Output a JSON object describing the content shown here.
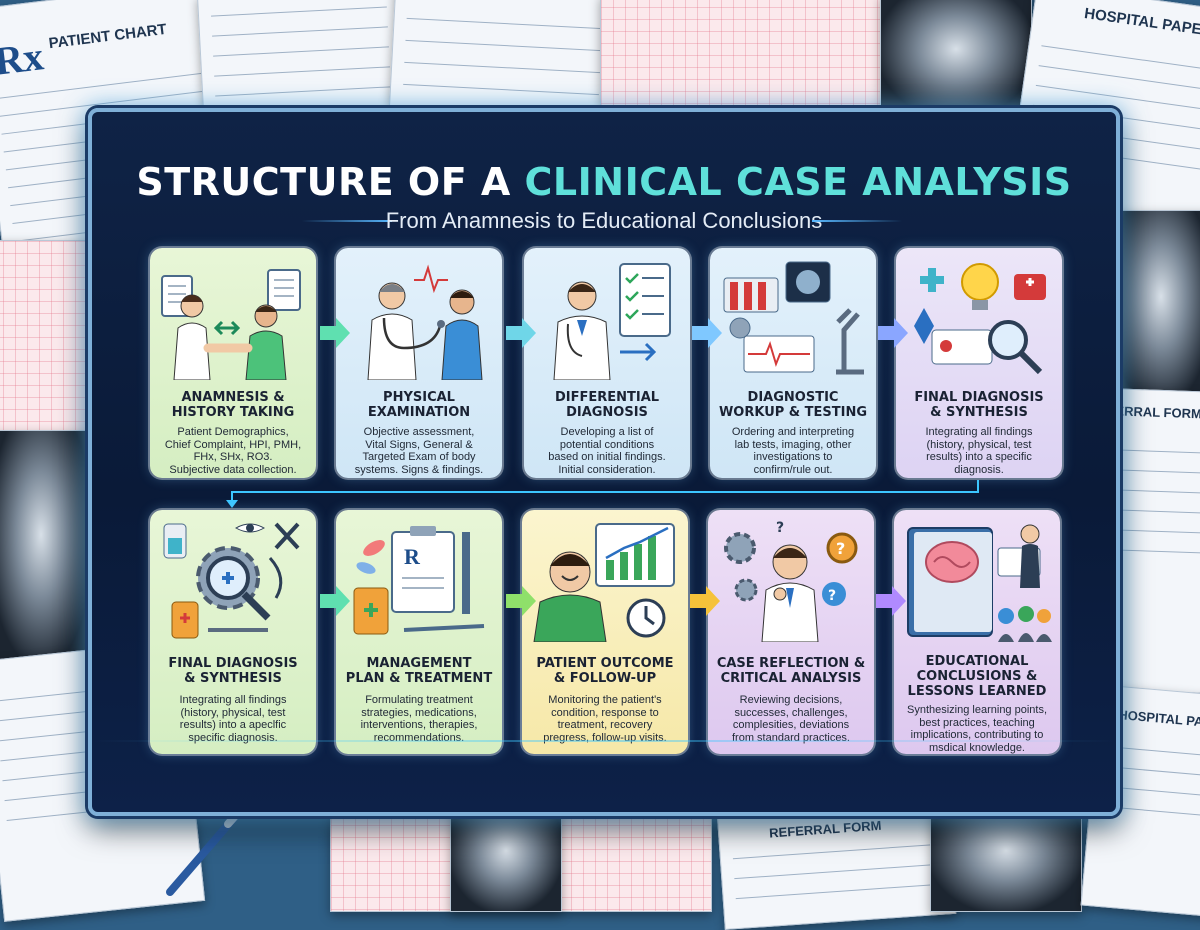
{
  "title": {
    "part1": "STRUCTURE OF A ",
    "part2": "CLINICAL CASE ANALYSIS"
  },
  "subtitle": "From Anamnesis to Educational Conclusions",
  "background": {
    "patient_chart": "PATIENT CHART",
    "hospital_paper_top": "HOSPITAL PAPER",
    "referral_form_right": "FERRAL FORM",
    "referral_form_bottom": "REFERRAL FORM",
    "hospital_paper_bottom": "HOSPITAL PA",
    "rx": "Rx"
  },
  "row1": [
    {
      "title1": "ANAMNESIS &",
      "title2": "HISTORY TAKING",
      "desc": [
        "Patient Demographics,",
        "Chief Complaint, HPI, PMH,",
        "FHx, SHx, RO3.",
        "Subjective data collection."
      ]
    },
    {
      "title1": "PHYSICAL",
      "title2": "EXAMINATION",
      "desc": [
        "Objective assessment,",
        "Vital Signs, General &",
        "Targeted Exam of body",
        "systems. Signs & findings."
      ]
    },
    {
      "title1": "DIFFERENTIAL",
      "title2": "DIAGNOSIS",
      "desc": [
        "Developing a list of",
        "potential conditions",
        "based on initial findings.",
        "Initial consideration."
      ]
    },
    {
      "title1": "DIAGNOSTIC",
      "title2": "WORKUP & TESTING",
      "desc": [
        "Ordering and interpreting",
        "lab tests, imaging, other",
        "investigations to",
        "confirm/rule out."
      ]
    },
    {
      "title1": "FINAL DIAGNOSIS",
      "title2": "& SYNTHESIS",
      "desc": [
        "Integrating all findings",
        "(history, physical, test",
        "results) into a specific",
        "diagnosis."
      ]
    }
  ],
  "row2": [
    {
      "title1": "FINAL DIAGNOSIS",
      "title2": "& SYNTHESIS",
      "desc": [
        "Integrating all findings",
        "(history, physical, test",
        "results) into a apeclfic",
        "specific diagnosis."
      ]
    },
    {
      "title1": "MANAGEMENT",
      "title2": "PLAN & TREATMENT",
      "desc": [
        "Formulating treatment",
        "strategies, medications,",
        "interventions, therapies,",
        "recommendations."
      ]
    },
    {
      "title1": "PATIENT OUTCOME",
      "title2": "& FOLLOW-UP",
      "desc": [
        "Monitoring the patient's",
        "condition, response to",
        "treatment, recovery",
        "pregress, follow-up visits."
      ]
    },
    {
      "title1": "CASE REFLECTION &",
      "title2": "CRITICAL ANALYSIS",
      "desc": [
        "Reviewing decisions,",
        "successes, challenges,",
        "complesities, deviations",
        "from standard practices."
      ]
    },
    {
      "title1": "EDUCATIONAL",
      "title2": "CONCLUSIONS &",
      "title3": "LESSONS LEARNED",
      "desc": [
        "Synthesizing learning points,",
        "best practices, teaching",
        "implications, contributing to",
        "msdical knowledge."
      ]
    }
  ],
  "colors": {
    "accent_teal": "#5fe0da",
    "board": "#0f2346",
    "arrow_gradient": [
      "#5fe0b0",
      "#7fd0ff",
      "#9a8cff"
    ]
  }
}
